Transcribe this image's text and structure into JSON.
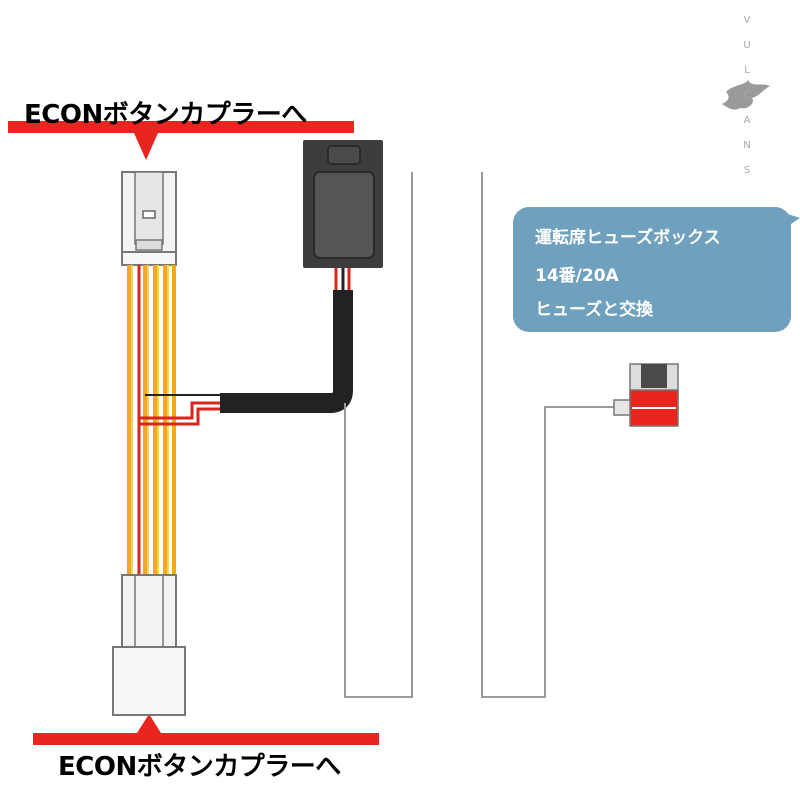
{
  "labels": {
    "top_connector": "ECONボタンカプラーへ",
    "bottom_connector": "ECONボタンカプラーへ"
  },
  "callout": {
    "line1": "運転席ヒューズボックス",
    "line2": "14番/20A",
    "line3": "ヒューズと交換"
  },
  "watermark": "VULCANS",
  "colors": {
    "banner_red": "#e8251f",
    "wire_orange": "#f5a623",
    "wire_yellow": "#f4d35e",
    "wire_red": "#d9261c",
    "cable_black": "#222222",
    "switch_box": "#3d3d3d",
    "callout_bg": "#6fa0be",
    "wire_gray": "#9a9a9a"
  },
  "icons": [
    "arrow-down-icon",
    "arrow-up-icon",
    "switch-box-icon",
    "fuse-tap-icon",
    "dragon-logo-icon"
  ]
}
